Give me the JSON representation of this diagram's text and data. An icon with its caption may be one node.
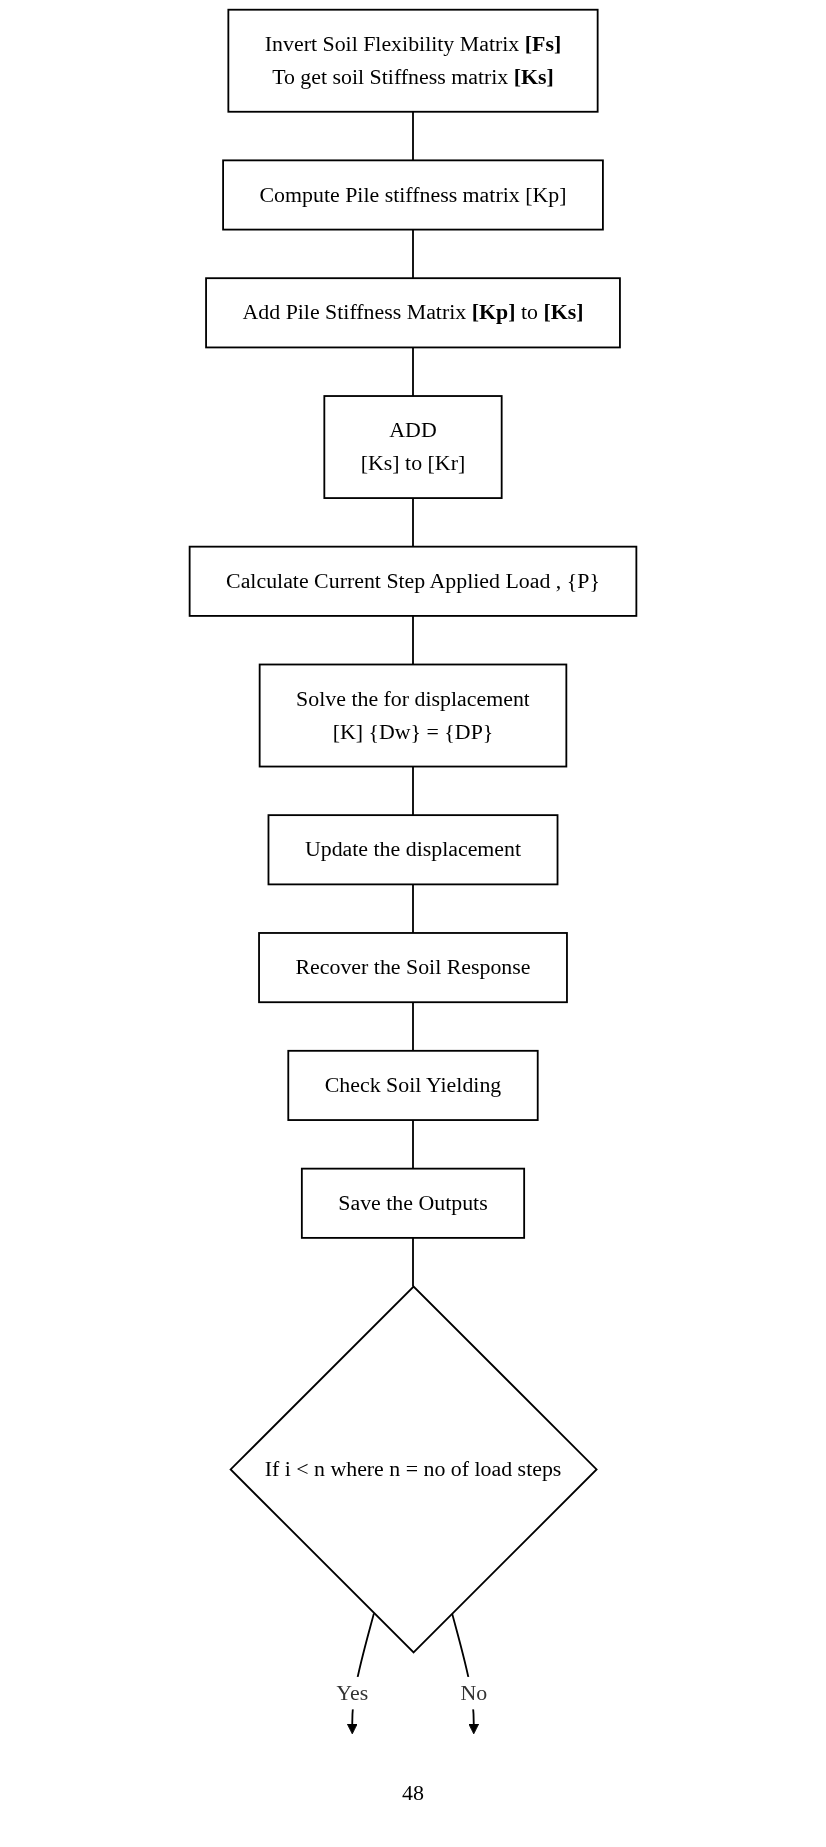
{
  "diagram": {
    "nodes": [
      {
        "text": [
          "Invert Soil Flexibility Matrix **[Fs]**",
          "To get soil Stiffness matrix **[Ks]**"
        ]
      },
      {
        "text": [
          "Compute Pile stiffness matrix [Kp]"
        ]
      },
      {
        "text": [
          "Add Pile Stiffness Matrix **[Kp]** to **[Ks]**"
        ]
      },
      {
        "text": [
          "ADD",
          "[Ks] to [Kr]"
        ]
      },
      {
        "text": [
          "Calculate Current Step Applied Load , {P}"
        ]
      },
      {
        "text": [
          "Solve the for displacement",
          "[K] {Dw} = {DP}"
        ]
      },
      {
        "text": [
          "Update the displacement"
        ]
      },
      {
        "text": [
          "Recover the Soil Response"
        ]
      },
      {
        "text": [
          "Check Soil Yielding"
        ]
      },
      {
        "text": [
          "Save the Outputs"
        ]
      },
      {
        "text": [
          "If i < n where n = no of load steps"
        ]
      }
    ],
    "edges": [
      {
        "from": 0,
        "to": 1,
        "arrow": "none"
      },
      {
        "from": 1,
        "to": 2,
        "arrow": "none"
      },
      {
        "from": 2,
        "to": 3,
        "arrow": "none"
      },
      {
        "from": 3,
        "to": 4,
        "arrow": "none"
      },
      {
        "from": 4,
        "to": 5,
        "arrow": "none"
      },
      {
        "from": 5,
        "to": 6,
        "arrow": "none"
      },
      {
        "from": 6,
        "to": 7,
        "arrow": "none"
      },
      {
        "from": 7,
        "to": 8,
        "arrow": "none"
      },
      {
        "from": 8,
        "to": 9,
        "arrow": "none"
      },
      {
        "from": 9,
        "to": 10,
        "arrow": "none"
      },
      {
        "from": 10,
        "to": null,
        "arrow": "to",
        "label": "Yes"
      },
      {
        "from": 10,
        "to": null,
        "arrow": "to",
        "label": "No"
      }
    ],
    "labels": [
      "48"
    ]
  }
}
